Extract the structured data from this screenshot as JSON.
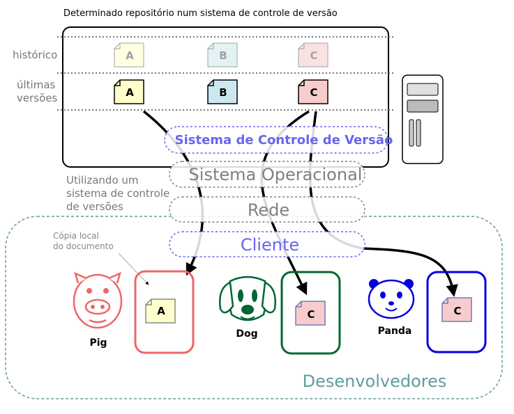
{
  "title": "Determinado repositório num sistema de controle de versão",
  "rows": {
    "history": "histórico",
    "latest_line1": "últimas",
    "latest_line2": "versões"
  },
  "docs": {
    "a": "A",
    "b": "B",
    "c": "C"
  },
  "layers": {
    "vcs": "Sistema de Controle de Versão",
    "os": "Sistema Operacional",
    "network": "Rede",
    "client": "Cliente"
  },
  "using": {
    "line1": "Utilizando um",
    "line2": "sistema de controle",
    "line3": "de versões"
  },
  "local_copy": {
    "line1": "Cópia local",
    "line2": "do documento"
  },
  "developers": {
    "label": "Desenvolvedores",
    "pig": "Pig",
    "dog": "Dog",
    "panda": "Panda"
  },
  "colors": {
    "doc_a": "#ffffcc",
    "doc_b": "#cce8ee",
    "doc_c": "#f8cccc",
    "vcs_text": "#6666ee",
    "layer_text": "#808080",
    "pig": "#ee6666",
    "dog": "#006633",
    "panda": "#0000dd",
    "dev_border": "#5f9e9a"
  }
}
